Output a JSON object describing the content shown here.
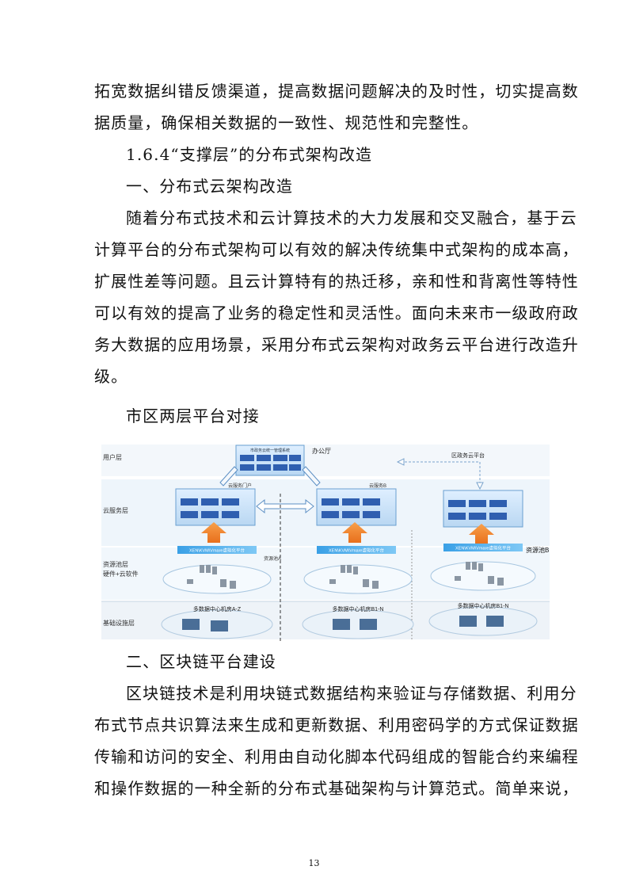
{
  "page": {
    "lines": [
      "拓宽数据纠错反馈渠道，提高数据问题解决的及时性，切实提高数",
      "据质量，确保相关数据的一致性、规范性和完整性。",
      "1.6.4“支撑层”的分布式架构改造",
      "一、分布式云架构改造",
      "随着分布式技术和云计算技术的大力发展和交叉融合，基于云",
      "计算平台的分布式架构可以有效的解决传统集中式架构的成本高，",
      "扩展性差等问题。且云计算特有的热迁移，亲和性和背离性等特性",
      "可以有效的提高了业务的稳定性和灵活性。面向未来市一级政府政",
      "务大数据的应用场景，采用分布式云架构对政务云平台进行改造升",
      "级。",
      "市区两层平台对接"
    ],
    "lines2": [
      "二、区块链平台建设",
      "区块链技术是利用块链式数据结构来验证与存储数据、利用分",
      "布式节点共识算法来生成和更新数据、利用密码学的方式保证数据",
      "传输和访问的安全、利用由自动化脚本代码组成的智能合约来编程",
      "和操作数据的一种全新的分布式基础架构与计算范式。简单来说，"
    ],
    "page_number": "13"
  },
  "figure": {
    "layers": [
      "用户层",
      "云服务层",
      "资源池层",
      "硬件+云软件",
      "基础设施层"
    ],
    "office": "办公厅",
    "top_title": "市政务云统一管理系统",
    "cloud_labels": [
      "云服务门户",
      "云服务B"
    ],
    "district_platform": "区政务云平台",
    "virt_label": "XEN\\KVM\\Vmare虚拟化平台",
    "pool_labels": [
      "资源池A",
      "资源池B"
    ],
    "datacenters": [
      "多数据中心机房A-Z",
      "多数据中心机房B1-N",
      "多数据中心机房B1-N"
    ]
  }
}
